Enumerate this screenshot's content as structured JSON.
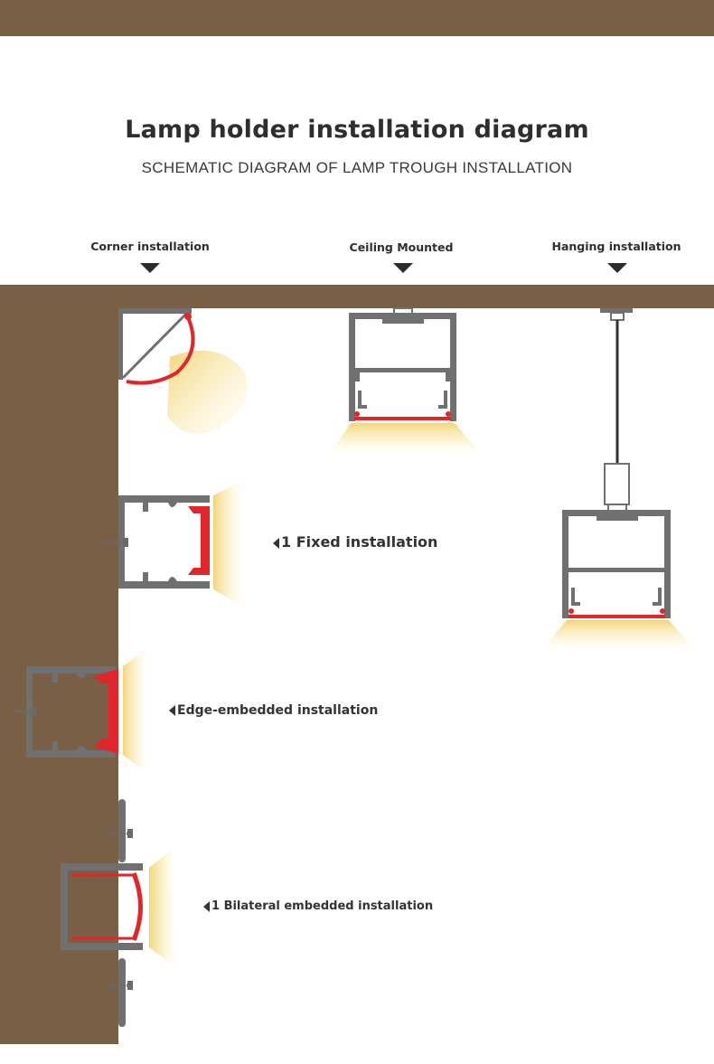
{
  "header": {
    "title": "Lamp holder installation diagram",
    "subtitle": "SCHEMATIC DIAGRAM OF LAMP TROUGH INSTALLATION"
  },
  "columns": [
    {
      "label": "Corner installation"
    },
    {
      "label": "Ceiling Mounted"
    },
    {
      "label": "Hanging installation"
    }
  ],
  "callouts": {
    "fixed": "1 Fixed installation",
    "edge": "Edge-embedded installation",
    "bilateral": "1 Bilateral embedded installation"
  },
  "colors": {
    "wall": "#7a5f47",
    "profile": "#707070",
    "diffuser": "#e0262b",
    "light": "#f5dc8a"
  },
  "icons": [
    "down-triangle-icon",
    "left-triangle-icon",
    "screw-icon",
    "suspension-cable-icon"
  ]
}
